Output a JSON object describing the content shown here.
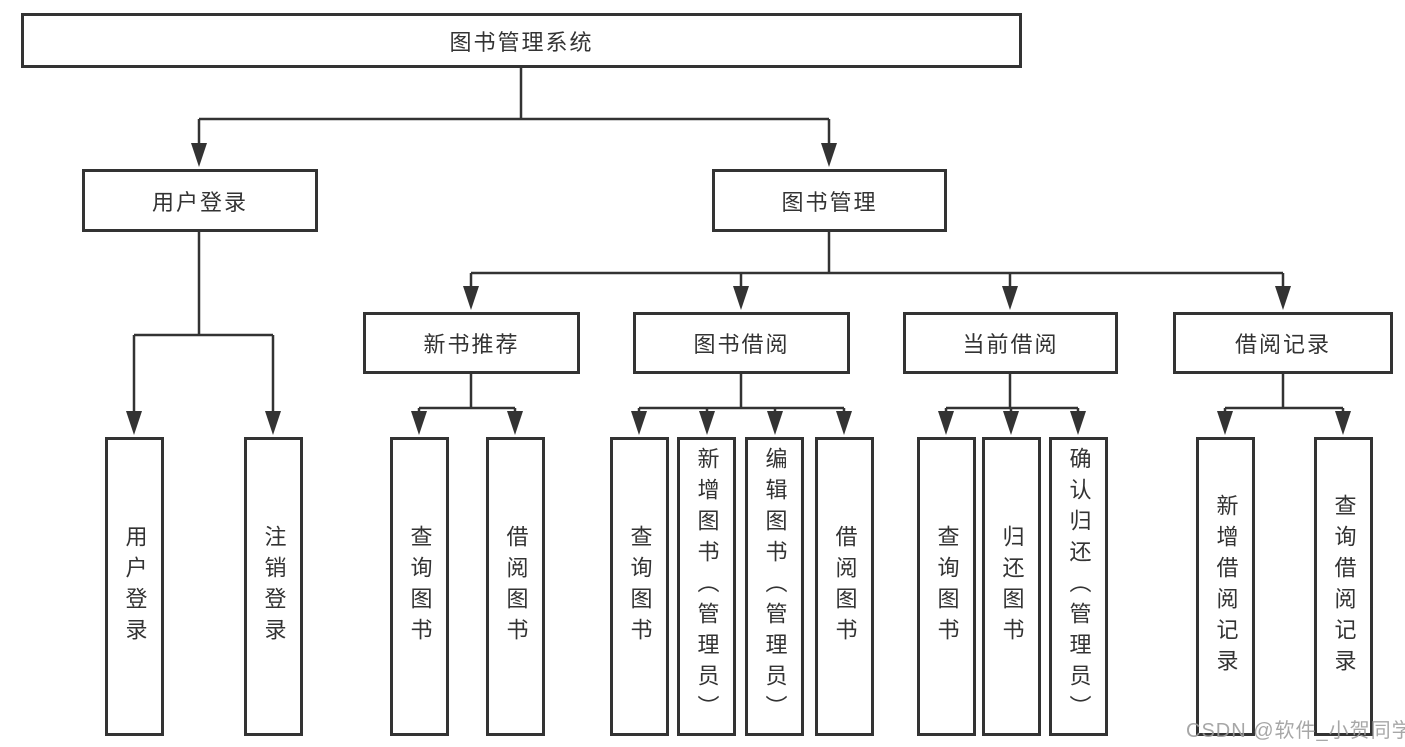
{
  "tree": {
    "root": "图书管理系统",
    "children": [
      {
        "label": "用户登录",
        "children": [
          "用户登录",
          "注销登录"
        ]
      },
      {
        "label": "图书管理",
        "children": [
          {
            "label": "新书推荐",
            "children": [
              "查询图书",
              "借阅图书"
            ]
          },
          {
            "label": "图书借阅",
            "children": [
              "查询图书",
              "新增图书（管理员）",
              "编辑图书（管理员）",
              "借阅图书"
            ]
          },
          {
            "label": "当前借阅",
            "children": [
              "查询图书",
              "归还图书",
              "确认归还（管理员）"
            ]
          },
          {
            "label": "借阅记录",
            "children": [
              "新增借阅记录",
              "查询借阅记录"
            ]
          }
        ]
      }
    ]
  },
  "watermark": {
    "text": "CSDN @软件_小贺同学"
  },
  "colors": {
    "line": "#333333",
    "box_border": "#333333",
    "box_background": "#ffffff",
    "text": "#333333",
    "watermark": "#9e9e9e"
  }
}
